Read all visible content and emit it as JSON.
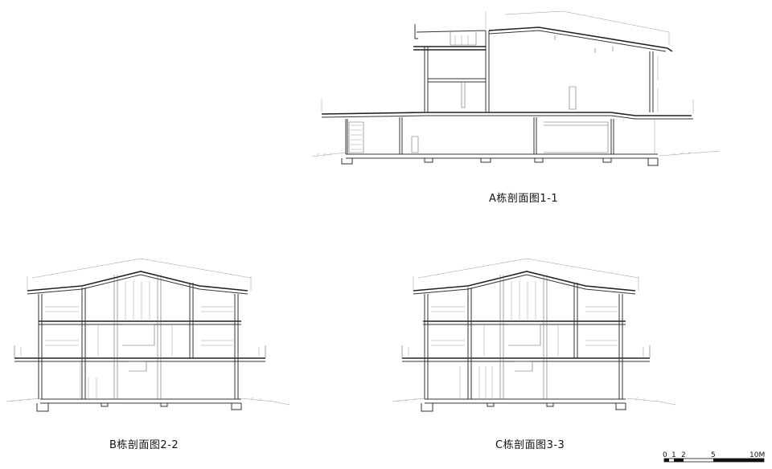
{
  "sections": [
    {
      "id": "a",
      "caption": "A栋剖面图1-1"
    },
    {
      "id": "b",
      "caption": "B栋剖面图2-2"
    },
    {
      "id": "c",
      "caption": "C栋剖面图3-3"
    }
  ],
  "scale_bar": {
    "labels": [
      "0",
      "1",
      "2",
      "5",
      "10M"
    ]
  }
}
